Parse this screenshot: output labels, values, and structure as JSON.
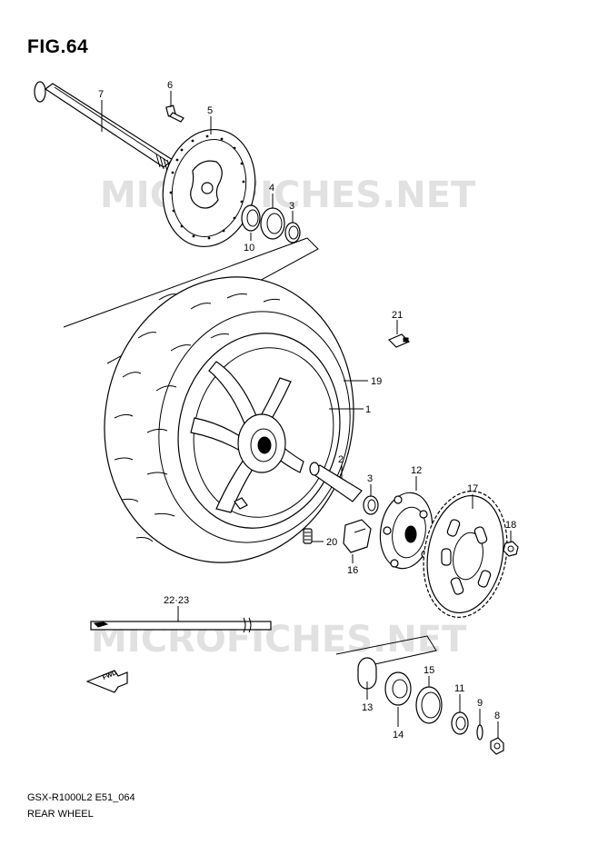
{
  "figure": {
    "title": "FIG.64"
  },
  "footer": {
    "code": "GSX-R1000L2 E51_064",
    "name": "REAR WHEEL"
  },
  "watermark": {
    "text": "MICROFICHES.NET"
  },
  "fwd_label": "FWD",
  "callouts": {
    "c1": "1",
    "c2": "2",
    "c3a": "3",
    "c3b": "3",
    "c4": "4",
    "c5": "5",
    "c6": "6",
    "c7": "7",
    "c8": "8",
    "c9": "9",
    "c10": "10",
    "c11": "11",
    "c12": "12",
    "c13": "13",
    "c14": "14",
    "c15": "15",
    "c16": "16",
    "c17": "17",
    "c18": "18",
    "c19": "19",
    "c20": "20",
    "c21": "21",
    "c22_23": "22·23"
  }
}
